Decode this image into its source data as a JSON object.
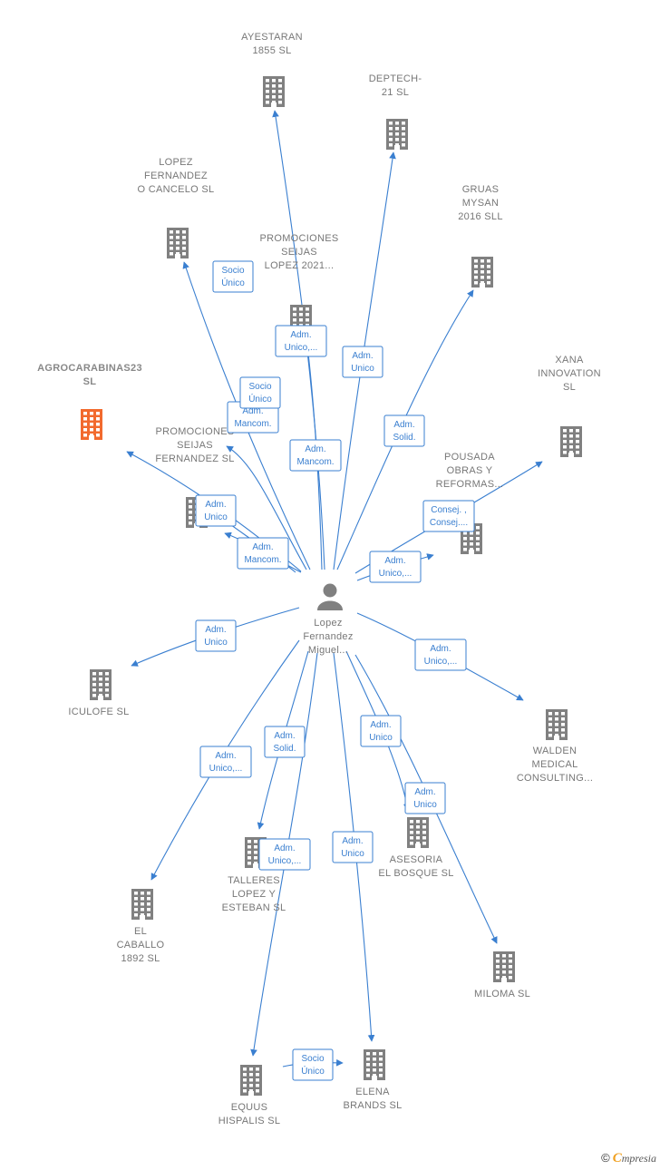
{
  "colors": {
    "edge": "#3a7fd0",
    "company": "#808080",
    "highlight": "#f26a2e",
    "person": "#808080"
  },
  "person": {
    "lines": [
      "Lopez",
      "Fernandez",
      "Miguel..."
    ],
    "icon": "person-icon"
  },
  "companies": [
    {
      "id": "ayestaran",
      "lines": [
        "AYESTARAN",
        "1855  SL"
      ]
    },
    {
      "id": "deptech",
      "lines": [
        "DEPTECH-",
        "21  SL"
      ]
    },
    {
      "id": "lopez-cancelo",
      "lines": [
        "LOPEZ",
        "FERNANDEZ",
        "O CANCELO SL"
      ]
    },
    {
      "id": "promociones-2021",
      "lines": [
        "PROMOCIONES",
        "SEIJAS",
        "LOPEZ 2021..."
      ]
    },
    {
      "id": "gruas",
      "lines": [
        "GRUAS",
        "MYSAN",
        "2016  SLL"
      ]
    },
    {
      "id": "agrocarabinas",
      "lines": [
        "AGROCARABINAS23",
        "SL"
      ],
      "highlight": true
    },
    {
      "id": "xana",
      "lines": [
        "XANA",
        "INNOVATION",
        "SL"
      ]
    },
    {
      "id": "promociones-fernandez",
      "lines": [
        "PROMOCIONES",
        "SEIJAS",
        "FERNANDEZ SL"
      ]
    },
    {
      "id": "pousada",
      "lines": [
        "POUSADA",
        "OBRAS Y",
        "REFORMAS..."
      ]
    },
    {
      "id": "iculofe",
      "lines": [
        "ICULOFE  SL"
      ]
    },
    {
      "id": "walden",
      "lines": [
        "WALDEN",
        "MEDICAL",
        "CONSULTING..."
      ]
    },
    {
      "id": "asesoria",
      "lines": [
        "ASESORIA",
        "EL BOSQUE SL"
      ]
    },
    {
      "id": "talleres",
      "lines": [
        "TALLERES",
        "LOPEZ Y",
        "ESTEBAN  SL"
      ]
    },
    {
      "id": "el-caballo",
      "lines": [
        "EL",
        "CABALLO",
        "1892 SL"
      ]
    },
    {
      "id": "miloma",
      "lines": [
        "MILOMA SL"
      ]
    },
    {
      "id": "equus",
      "lines": [
        "EQUUS",
        "HISPALIS  SL"
      ]
    },
    {
      "id": "elena",
      "lines": [
        "ELENA",
        "BRANDS  SL"
      ]
    }
  ],
  "edges": [
    {
      "to": "ayestaran",
      "lines": [
        "Adm.",
        "Unico,..."
      ]
    },
    {
      "to": "deptech",
      "lines": [
        "Adm.",
        "Unico"
      ]
    },
    {
      "to": "lopez-cancelo",
      "lines": [
        "Socio",
        "Único"
      ]
    },
    {
      "to": "lopez-cancelo",
      "lines": [
        "Adm.",
        "Mancom."
      ]
    },
    {
      "to": "promociones-2021",
      "lines": [
        "Adm.",
        "Mancom."
      ]
    },
    {
      "to": "gruas",
      "lines": [
        "Adm.",
        "Solid."
      ]
    },
    {
      "to": "agrocarabinas",
      "lines": [
        "Adm.",
        "Unico"
      ]
    },
    {
      "to": "xana",
      "lines": [
        "Consej. ,",
        "Consej...."
      ]
    },
    {
      "to": "promociones-fernandez",
      "lines": [
        "Socio",
        "Único"
      ]
    },
    {
      "to": "promociones-fernandez",
      "lines": [
        "Adm.",
        "Mancom."
      ]
    },
    {
      "to": "pousada",
      "lines": [
        "Adm.",
        "Unico,..."
      ]
    },
    {
      "to": "iculofe",
      "lines": [
        "Adm.",
        "Unico"
      ]
    },
    {
      "to": "walden",
      "lines": [
        "Adm.",
        "Unico,..."
      ]
    },
    {
      "to": "asesoria",
      "lines": [
        "Adm.",
        "Unico"
      ]
    },
    {
      "to": "talleres",
      "lines": [
        "Adm.",
        "Solid."
      ]
    },
    {
      "to": "el-caballo",
      "lines": [
        "Adm.",
        "Unico,..."
      ]
    },
    {
      "to": "miloma",
      "lines": [
        "Adm.",
        "Unico"
      ]
    },
    {
      "to": "equus",
      "lines": [
        "Adm.",
        "Unico,..."
      ]
    },
    {
      "to": "elena",
      "lines": [
        "Adm.",
        "Unico"
      ]
    },
    {
      "from": "equus",
      "to": "elena",
      "lines": [
        "Socio",
        "Único"
      ]
    }
  ],
  "brand": {
    "copyright": "©",
    "initial": "C",
    "rest": "mpresia"
  }
}
